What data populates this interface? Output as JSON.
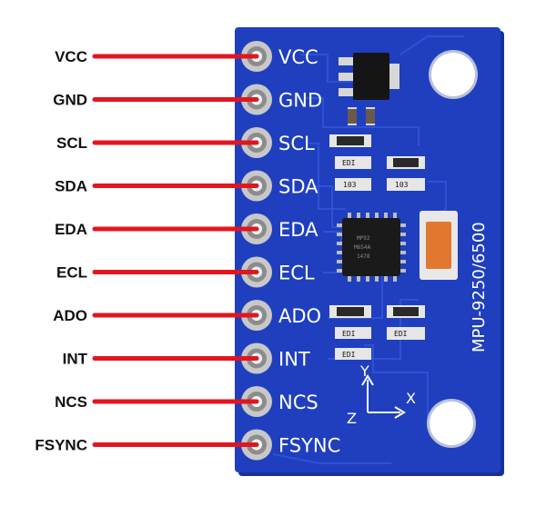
{
  "board": {
    "model_label": "MPU-9250/6500",
    "pcb_color": "#1f3fbf",
    "pcb_edge_color": "#17309a",
    "trace_color": "#2e52d6",
    "wire_color": "#e0161f",
    "pin_metal_color": "#c8c8c8"
  },
  "pins": [
    {
      "label": "VCC",
      "silk": "VCC"
    },
    {
      "label": "GND",
      "silk": "GND"
    },
    {
      "label": "SCL",
      "silk": "SCL"
    },
    {
      "label": "SDA",
      "silk": "SDA"
    },
    {
      "label": "EDA",
      "silk": "EDA"
    },
    {
      "label": "ECL",
      "silk": "ECL"
    },
    {
      "label": "ADO",
      "silk": "ADO"
    },
    {
      "label": "INT",
      "silk": "INT"
    },
    {
      "label": "NCS",
      "silk": "NCS"
    },
    {
      "label": "FSYNC",
      "silk": "FSYNC"
    }
  ],
  "components": {
    "resistor_labels": [
      "103",
      "103"
    ],
    "smd_labels": [
      "EDI",
      "EDI",
      "EDI",
      "EDI"
    ],
    "chip_lines": [
      "MP92",
      "M654A",
      "1478"
    ]
  },
  "axes": {
    "x": "X",
    "y": "Y",
    "z": "Z"
  }
}
